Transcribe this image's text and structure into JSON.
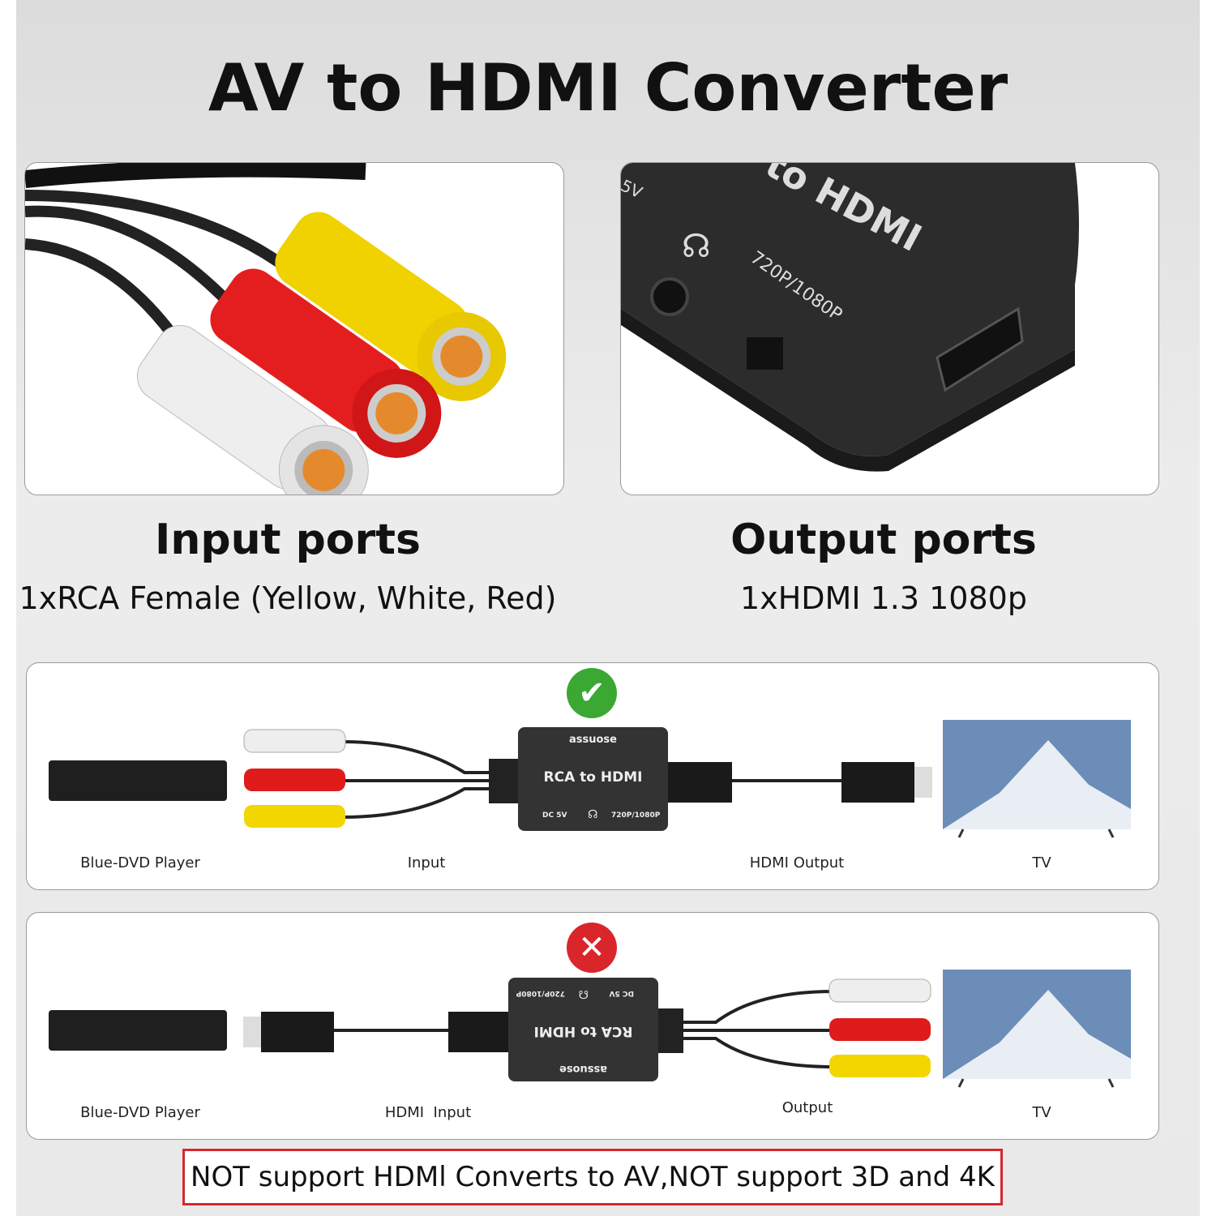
{
  "title": "AV to HDMI Converter",
  "input": {
    "heading": "Input ports",
    "spec": "1xRCA Female (Yellow, White, Red)"
  },
  "output": {
    "heading": "Output ports",
    "spec": "1xHDMI 1.3 1080p"
  },
  "photo_device": {
    "label": "to HDMI",
    "switch_label": "720P/1080P",
    "power_label": "5V"
  },
  "device": {
    "brand": "assuose",
    "name": "RCA to HDMI",
    "dc": "DC 5V",
    "res": "720P/1080P"
  },
  "correct_row": {
    "status_icon": "check-icon",
    "status_color": "#3aa832",
    "labels": [
      "Blue-DVD Player",
      "Input",
      "HDMI Output",
      "TV"
    ]
  },
  "wrong_row": {
    "status_icon": "cross-icon",
    "status_color": "#d9262a",
    "labels": [
      "Blue-DVD Player",
      "HDMI  Input",
      "Output",
      "TV"
    ]
  },
  "note": "NOT support HDMl Converts to AV,NOT support 3D and 4K",
  "colors": {
    "rca_yellow": "#f2d600",
    "rca_red": "#e01b1b",
    "rca_white": "#eeeeee",
    "alert_red": "#d6282c"
  }
}
